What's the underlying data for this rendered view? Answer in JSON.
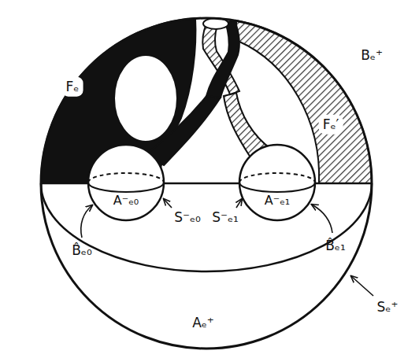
{
  "diagram": {
    "nodes": [
      {
        "text": [
          "A⁻ₑ₀"
        ]
      },
      {
        "text": [
          "A⁻ₑ₁"
        ]
      }
    ],
    "labels": [
      "Fₑ",
      "Fₑ′",
      "Bₑ⁺",
      "S⁻ₑ₀",
      "S⁻ₑ₁",
      "B̂ₑ₀",
      "B̂ₑ₁",
      "Sₑ⁺",
      "Aₑ⁺"
    ]
  }
}
